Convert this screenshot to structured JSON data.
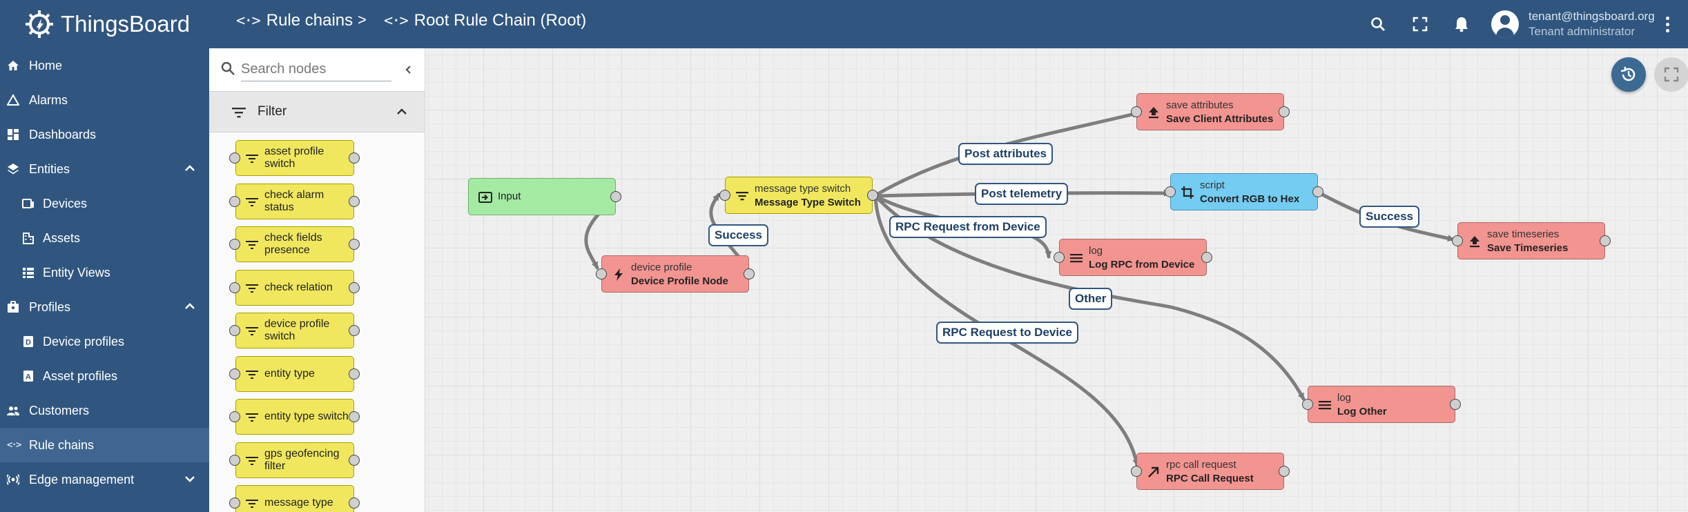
{
  "app": {
    "logo_text": "ThingsBoard"
  },
  "header": {
    "breadcrumb": [
      {
        "label": "Rule chains"
      },
      {
        "label": "Root Rule Chain (Root)"
      }
    ],
    "separator": ">",
    "user": {
      "email": "tenant@thingsboard.org",
      "role": "Tenant administrator"
    }
  },
  "sidebar": {
    "items": [
      {
        "label": "Home",
        "icon": "home-icon"
      },
      {
        "label": "Alarms",
        "icon": "alarm-icon"
      },
      {
        "label": "Dashboards",
        "icon": "dashboards-icon"
      },
      {
        "label": "Entities",
        "icon": "entities-icon"
      },
      {
        "label": "Devices",
        "icon": "devices-icon"
      },
      {
        "label": "Assets",
        "icon": "assets-icon"
      },
      {
        "label": "Entity Views",
        "icon": "entity-views-icon"
      },
      {
        "label": "Profiles",
        "icon": "profiles-icon"
      },
      {
        "label": "Device profiles",
        "icon": "device-profiles-icon"
      },
      {
        "label": "Asset profiles",
        "icon": "asset-profiles-icon"
      },
      {
        "label": "Customers",
        "icon": "customers-icon"
      },
      {
        "label": "Rule chains",
        "icon": "rule-chains-icon"
      },
      {
        "label": "Edge management",
        "icon": "edge-icon"
      }
    ]
  },
  "palette": {
    "search_placeholder": "Search nodes",
    "section_title": "Filter",
    "nodes": [
      "asset profile switch",
      "check alarm status",
      "check fields presence",
      "check relation",
      "device profile switch",
      "entity type",
      "entity type switch",
      "gps geofencing filter",
      "message type"
    ]
  },
  "canvas": {
    "nodes": {
      "input": {
        "name": "Input"
      },
      "device_profile": {
        "type": "device profile",
        "name": "Device Profile Node"
      },
      "message_type_switch": {
        "type": "message type switch",
        "name": "Message Type Switch"
      },
      "save_attributes": {
        "type": "save attributes",
        "name": "Save Client Attributes"
      },
      "script": {
        "type": "script",
        "name": "Convert RGB to Hex"
      },
      "log_rpc": {
        "type": "log",
        "name": "Log RPC from Device"
      },
      "save_timeseries": {
        "type": "save timeseries",
        "name": "Save Timeseries"
      },
      "log_other": {
        "type": "log",
        "name": "Log Other"
      },
      "rpc_call": {
        "type": "rpc call request",
        "name": "RPC Call Request"
      }
    },
    "edge_labels": {
      "success_1": "Success",
      "post_attributes": "Post attributes",
      "post_telemetry": "Post telemetry",
      "rpc_from_device": "RPC Request from Device",
      "other": "Other",
      "rpc_to_device": "RPC Request to Device",
      "success_2": "Success"
    }
  },
  "colors": {
    "header_bg": "#305680",
    "filter_node": "#f0e75e",
    "action_node": "#f29490",
    "input_node": "#a4eaa3",
    "transform_node": "#74ccf2"
  }
}
